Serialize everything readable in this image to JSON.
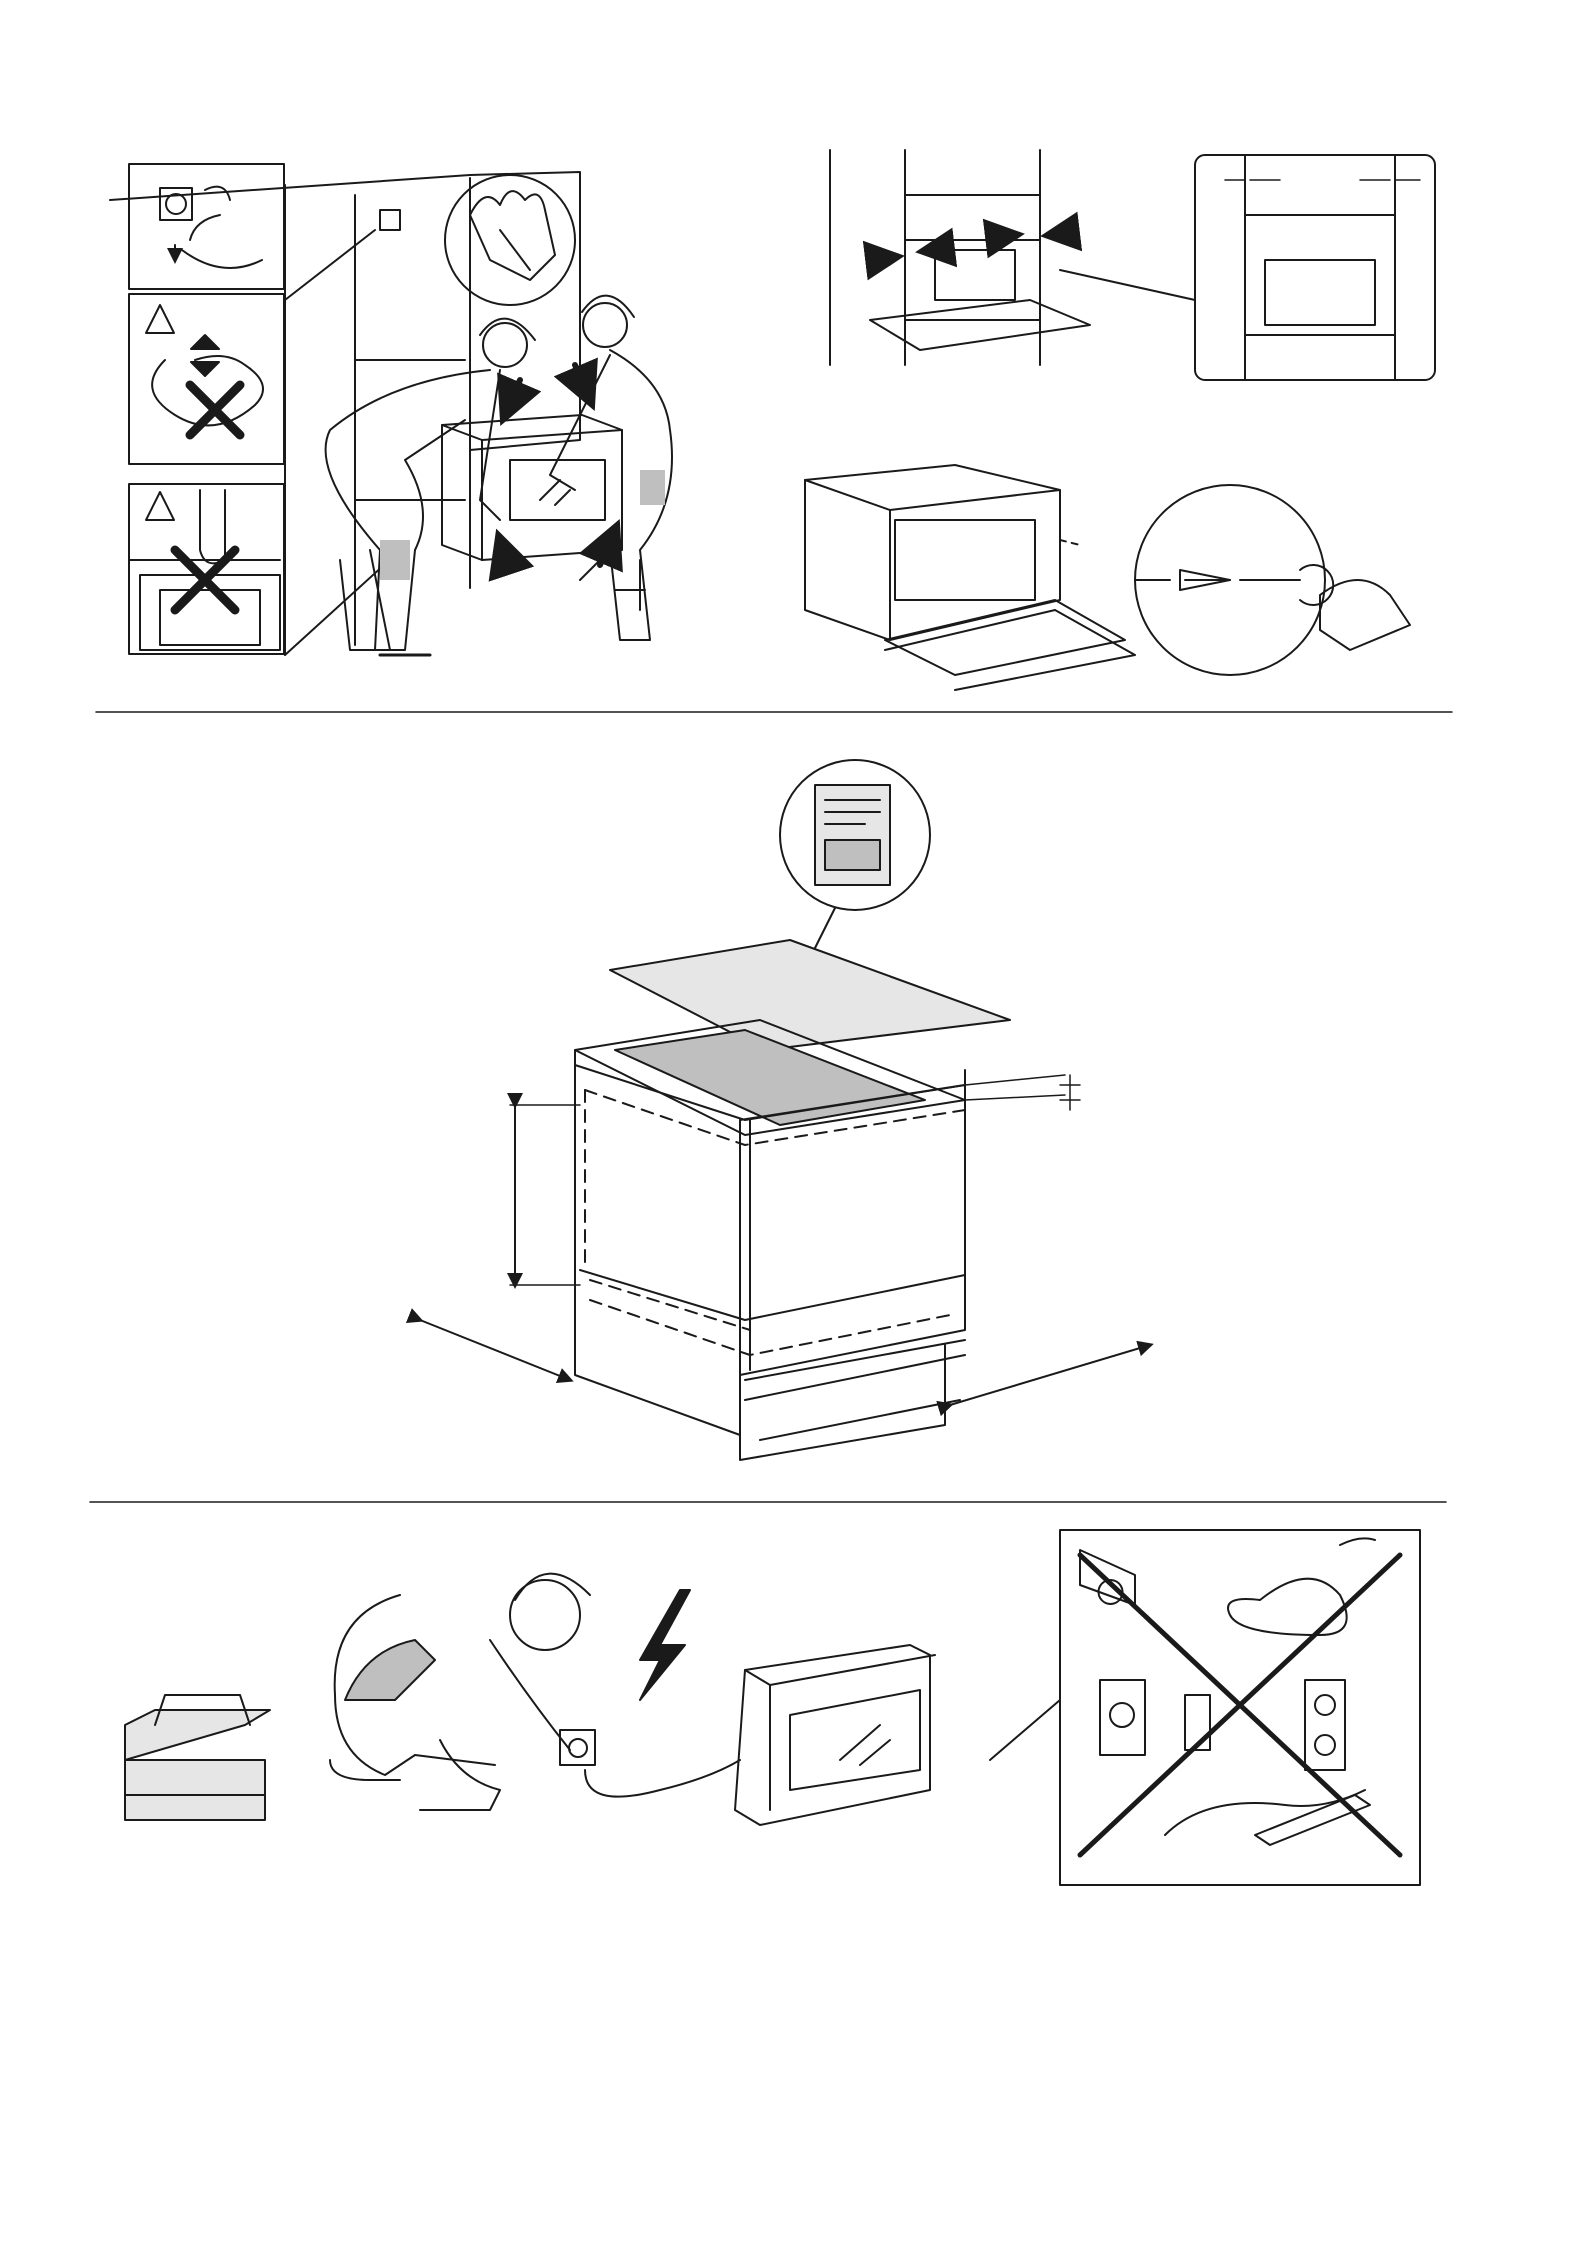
{
  "page": {
    "kind": "oven installation instruction sheet (wordless illustrations)",
    "sections": [
      {
        "id": "section-1-mounting",
        "panels": [
          {
            "name": "socket-disconnect-inset",
            "icon": "plug-socket-icon"
          },
          {
            "name": "cable-warning-inset",
            "icon": "warning-triangle-icon",
            "crossed": true
          },
          {
            "name": "door-handle-warning-inset",
            "icon": "warning-triangle-icon",
            "crossed": true
          },
          {
            "name": "two-installers-lifting-oven",
            "icon": "protective-gloves-icon"
          },
          {
            "name": "oven-niche-gap-detail",
            "icon": "gap-arrows-icon"
          },
          {
            "name": "screw-fixing-detail",
            "icon": "screwdriver-icon"
          }
        ]
      },
      {
        "id": "section-2-cabinet",
        "panels": [
          {
            "name": "cabinet-dimensions-diagram",
            "icon": "manual-booklet-icon"
          }
        ]
      },
      {
        "id": "section-3-electrical",
        "panels": [
          {
            "name": "toolbox",
            "icon": "toolbox-icon"
          },
          {
            "name": "electrician-connecting-oven",
            "icon": "lightning-bolt-icon"
          },
          {
            "name": "no-adapters-or-extension-cords",
            "icon": "cross-icon",
            "crossed": true
          }
        ]
      }
    ],
    "colors": {
      "line": "#1a1a1a",
      "fill-light": "#e6e6e6",
      "fill-mid": "#bfbfbf",
      "paper": "#ffffff"
    }
  }
}
